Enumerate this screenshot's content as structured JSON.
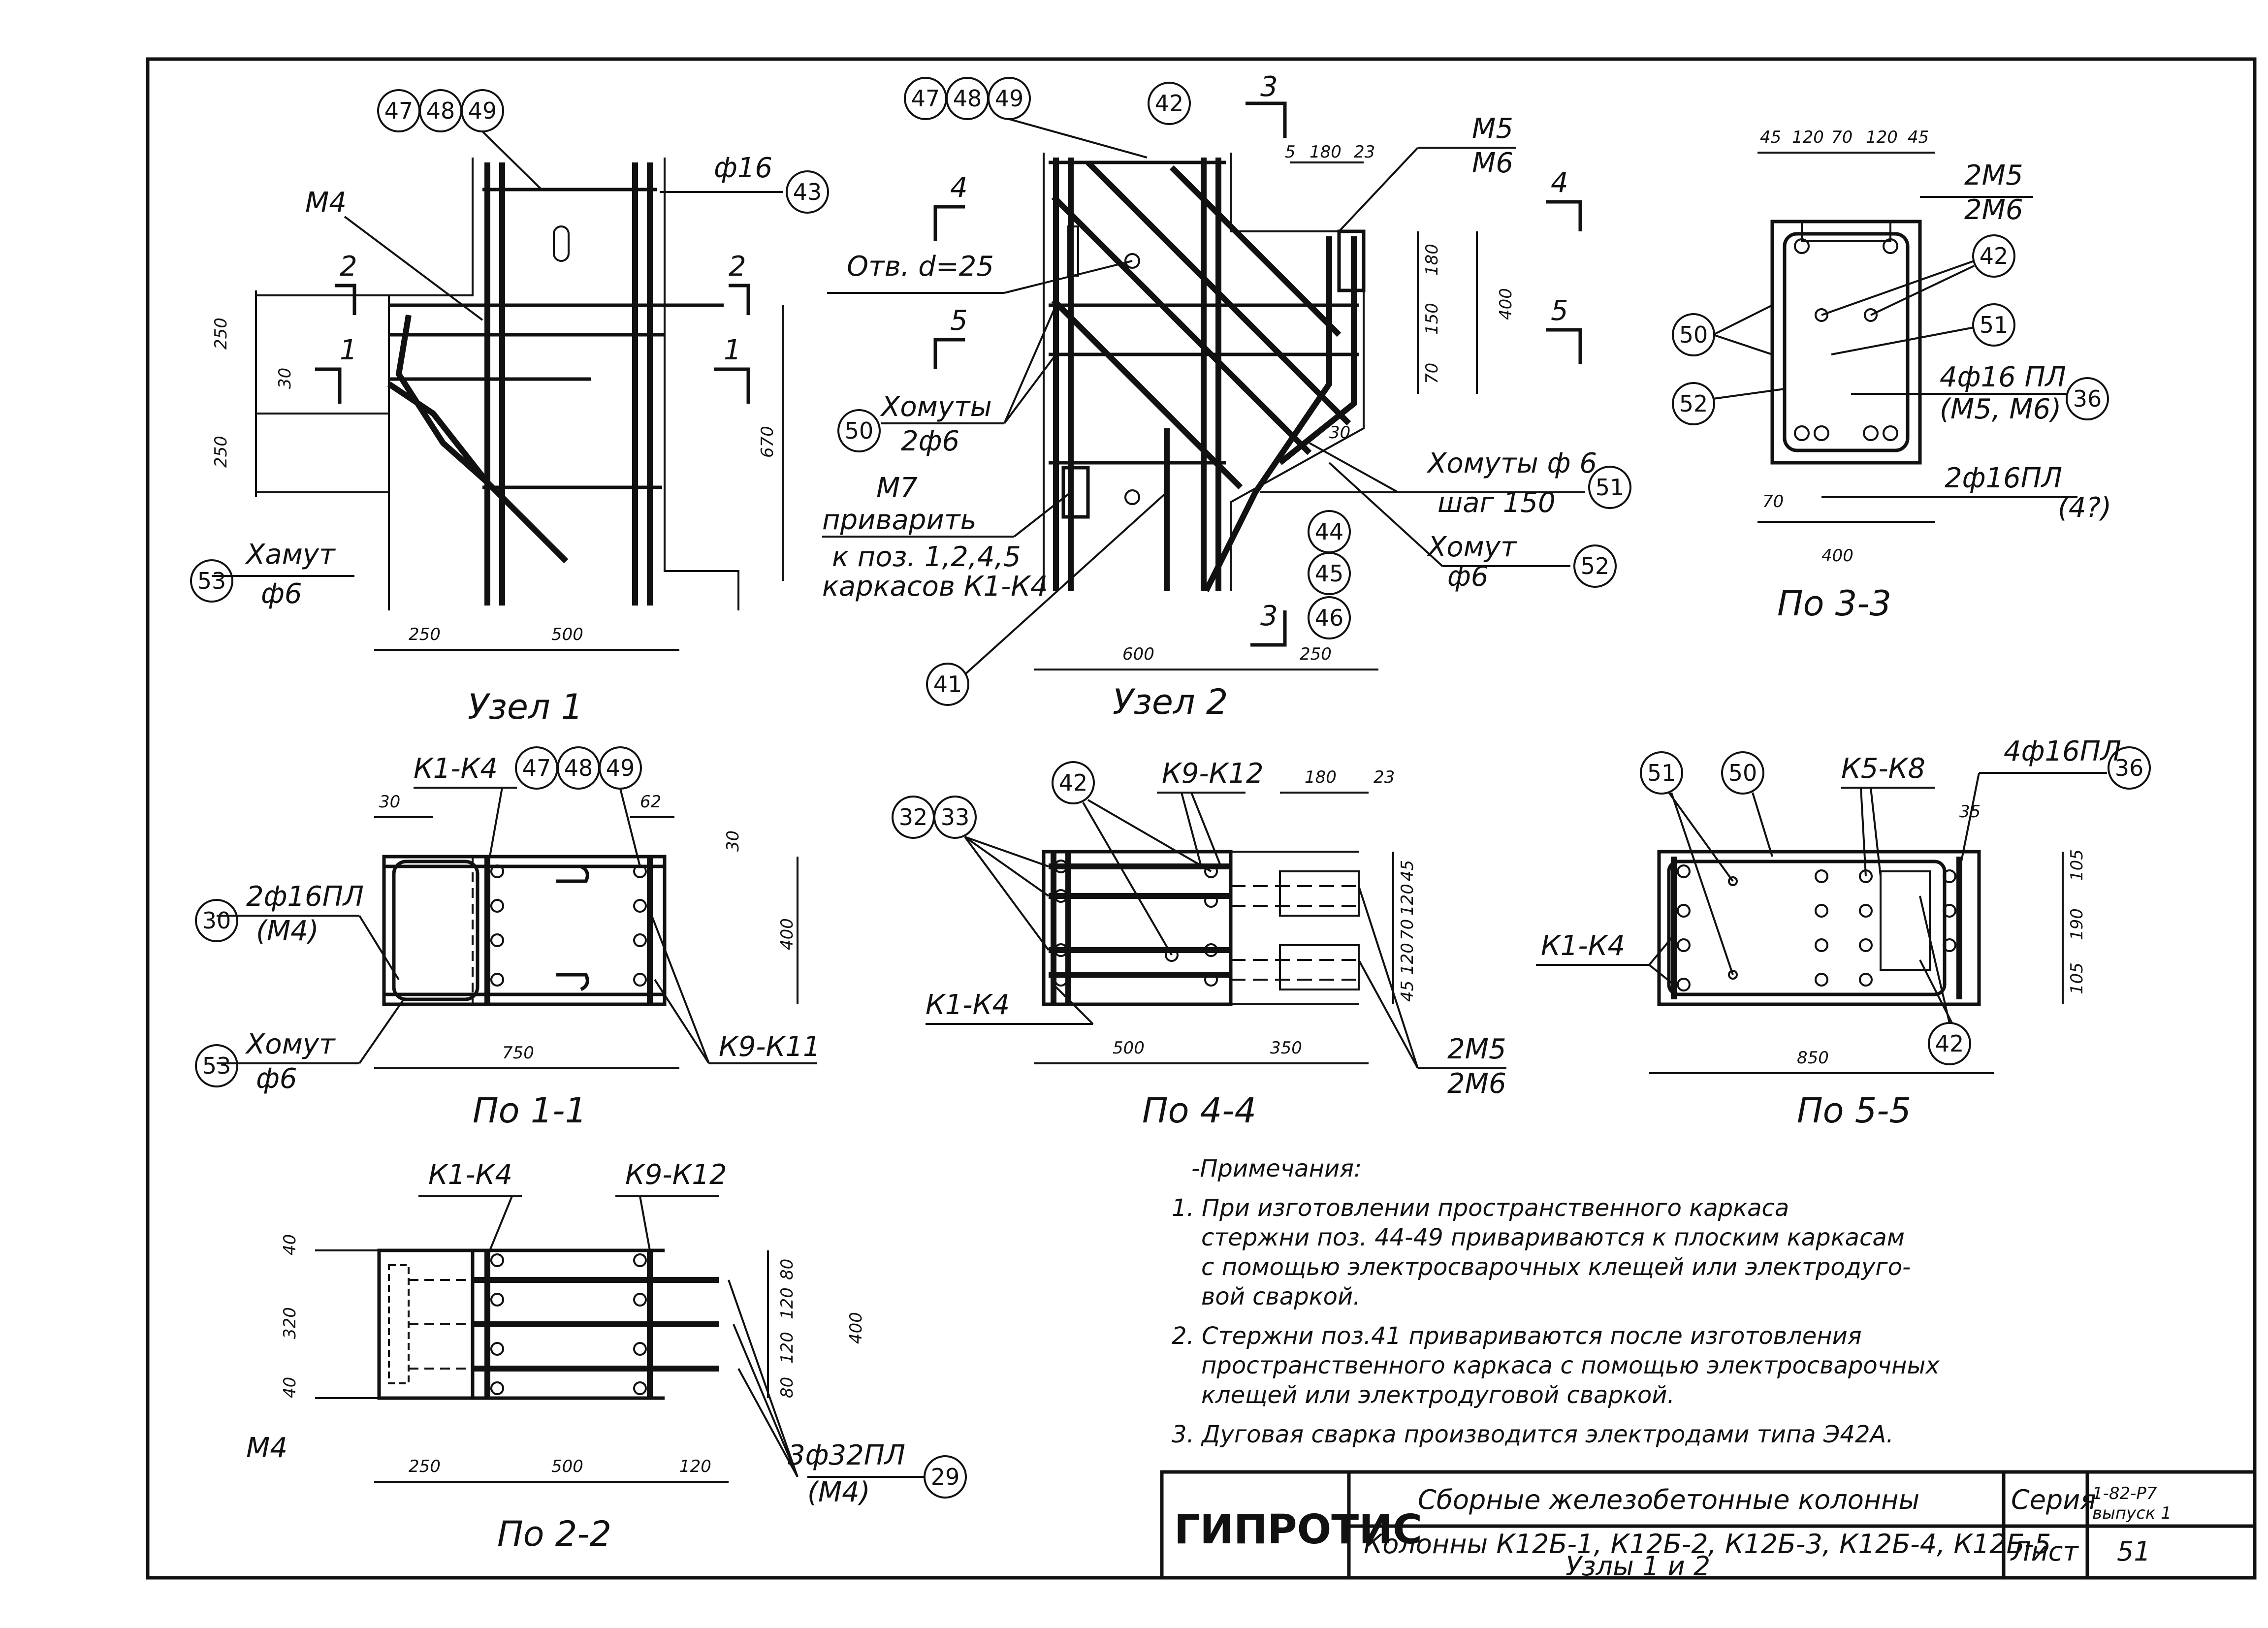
{
  "views": {
    "uzel1": {
      "title": "Узел 1",
      "labels": {
        "m4": "М4",
        "phi16": "ф16",
        "hamut": "Хамут",
        "phi6": "ф6"
      },
      "circles": [
        "47",
        "48",
        "49",
        "43",
        "53"
      ],
      "sections": [
        "1",
        "1",
        "2",
        "2"
      ],
      "dims": [
        "250",
        "30",
        "250",
        "670",
        "250",
        "500"
      ]
    },
    "uzel2": {
      "title": "Узел 2",
      "labels": {
        "otv": "Отв. d=25",
        "homuty": "Хомуты",
        "phi6x2": "2ф6",
        "m7": "М7",
        "privarit": "приварить",
        "kpoz": "к поз. 1,2,4,5",
        "karkasov": "каркасов К1-К4",
        "m5": "М5",
        "m6": "М6",
        "homuty_phi6": "Хомуты ф 6",
        "shag": "шаг 150",
        "homut": "Хомут",
        "phi6": "ф6"
      },
      "circles": [
        "47",
        "48",
        "49",
        "42",
        "50",
        "51",
        "44",
        "45",
        "46",
        "52",
        "41"
      ],
      "sections": [
        "3",
        "4",
        "5",
        "4",
        "5",
        "3"
      ],
      "dims": [
        "5",
        "180",
        "23",
        "180",
        "400",
        "150",
        "70",
        "30",
        "600",
        "250"
      ]
    },
    "po33": {
      "title": "По 3-3",
      "labels": {
        "m5x2": "2М5",
        "m6x2": "2М6",
        "bars": "4ф16 ПЛ",
        "bars_sub": "(М5, М6)",
        "bars2": "2ф16ПЛ",
        "bars2_ref": "(4?)"
      },
      "circles": [
        "42",
        "51",
        "50",
        "52",
        "36"
      ],
      "dims": [
        "45",
        "120",
        "70",
        "120",
        "45",
        "70",
        "400"
      ]
    },
    "po11": {
      "title": "По 1-1",
      "labels": {
        "k1k4": "К1-К4",
        "bars": "2ф16ПЛ",
        "bars_sub": "(М4)",
        "hamut": "Хомут",
        "phi6": "ф6",
        "k9k11": "К9-К11"
      },
      "circles": [
        "47",
        "48",
        "49",
        "30",
        "53"
      ],
      "dims": [
        "30",
        "62",
        "30",
        "400",
        "750"
      ]
    },
    "po44": {
      "title": "По 4-4",
      "labels": {
        "k9k12": "К9-К12",
        "k1k4": "К1-К4",
        "m5x2": "2М5",
        "m6x2": "2М6"
      },
      "circles": [
        "42",
        "32",
        "33"
      ],
      "dims": [
        "180",
        "23",
        "45",
        "120",
        "70",
        "120",
        "45",
        "500",
        "350"
      ]
    },
    "po55": {
      "title": "По 5-5",
      "labels": {
        "k5k8": "К5-К8",
        "bars": "4ф16ПЛ",
        "k1k4": "К1-К4"
      },
      "circles": [
        "51",
        "50",
        "36",
        "42"
      ],
      "dims": [
        "35",
        "105",
        "190",
        "105",
        "850"
      ]
    },
    "po22": {
      "title": "По 2-2",
      "labels": {
        "k1k4": "К1-К4",
        "k9k12": "К9-К12",
        "m4": "М4",
        "bars": "3ф32ПЛ",
        "bars_sub": "(М4)"
      },
      "circles": [
        "29"
      ],
      "dims": [
        "40",
        "320",
        "40",
        "80",
        "120",
        "120",
        "80",
        "400",
        "250",
        "500",
        "120"
      ]
    }
  },
  "notes": {
    "heading": "-Примечания:",
    "items": [
      "1. При изготовлении пространственного каркаса",
      "стержни поз. 44-49 привариваются к плоским каркасам",
      "с помощью электросварочных клещей или электродуго-",
      "вой сваркой.",
      "2. Стержни поз.41 привариваются после изготовления",
      "пространственного каркаса с помощью электросварочных",
      "клещей или электродуговой сваркой.",
      "3. Дуговая сварка производится электродами типа Э42А."
    ]
  },
  "title_block": {
    "org": "ГИПРОТИС",
    "title": "Сборные железобетонные колонны",
    "subtitle": "Колонны К12Б-1, К12Б-2, К12Б-3, К12Б-4, К12Б-5",
    "subtitle2": "Узлы 1 и 2",
    "seriya_label": "Серия",
    "seriya_value": "1-82-Р7",
    "vypusk": "выпуск 1",
    "list_label": "Лист",
    "list_value": "51"
  }
}
